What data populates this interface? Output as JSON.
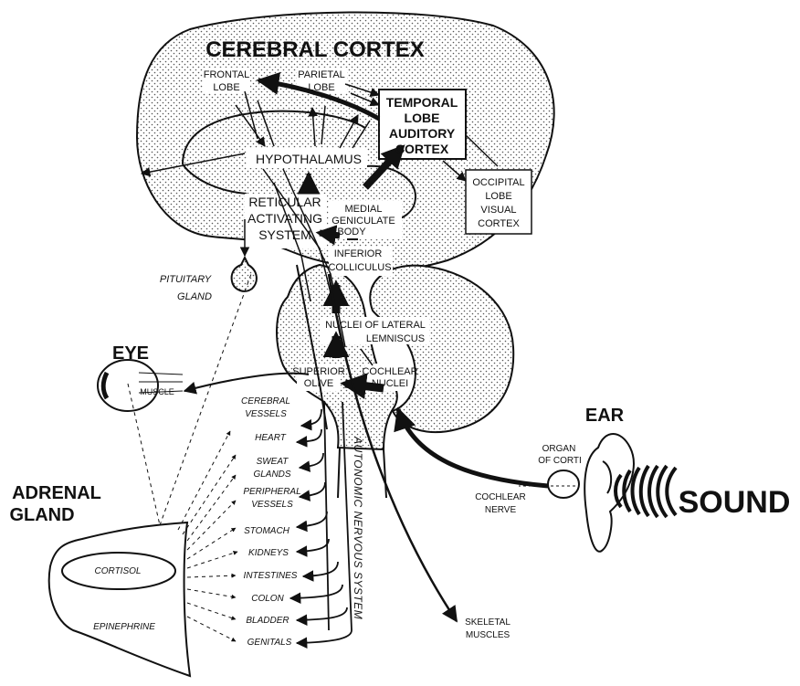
{
  "labels": {
    "cerebral_cortex": "CEREBRAL CORTEX",
    "frontal_lobe_1": "FRONTAL",
    "frontal_lobe_2": "LOBE",
    "parietal_lobe_1": "PARIETAL",
    "parietal_lobe_2": "LOBE",
    "temporal_1": "TEMPORAL",
    "temporal_2": "LOBE",
    "temporal_3": "AUDITORY",
    "temporal_4": "CORTEX",
    "occipital_1": "OCCIPITAL",
    "occipital_2": "LOBE",
    "occipital_3": "VISUAL",
    "occipital_4": "CORTEX",
    "hypothalamus": "HYPOTHALAMUS",
    "reticular_1": "RETICULAR",
    "reticular_2": "ACTIVATING",
    "reticular_3": "SYSTEM",
    "medial_1": "MEDIAL",
    "medial_2": "GENICULATE",
    "medial_3": "BODY",
    "inferior_1": "INFERIOR",
    "inferior_2": "COLLICULUS",
    "pituitary_1": "PITUITARY",
    "pituitary_2": "GLAND",
    "nuclei_1": "NUCLEI OF LATERAL",
    "nuclei_2": "LEMNISCUS",
    "superior_1": "SUPERIOR",
    "superior_2": "OLIVE",
    "cochlear_nuclei_1": "COCHLEAR",
    "cochlear_nuclei_2": "NUCLEI",
    "eye": "EYE",
    "muscle": "MUSCLE",
    "ear": "EAR",
    "organ_1": "ORGAN",
    "organ_2": "OF CORTI",
    "cochlear_nerve_1": "COCHLEAR",
    "cochlear_nerve_2": "NERVE",
    "sound": "SOUND",
    "adrenal_1": "ADRENAL",
    "adrenal_2": "GLAND",
    "cortisol": "CORTISOL",
    "epinephrine": "EPINEPHRINE",
    "autonomic": "AUTONOMIC NERVOUS SYSTEM",
    "skeletal_1": "SKELETAL",
    "skeletal_2": "MUSCLES"
  },
  "targets": [
    [
      "CEREBRAL",
      "VESSELS"
    ],
    [
      "HEART"
    ],
    [
      "SWEAT",
      "GLANDS"
    ],
    [
      "PERIPHERAL",
      "VESSELS"
    ],
    [
      "STOMACH"
    ],
    [
      "KIDNEYS"
    ],
    [
      "INTESTINES"
    ],
    [
      "COLON"
    ],
    [
      "BLADDER"
    ],
    [
      "GENITALS"
    ]
  ]
}
